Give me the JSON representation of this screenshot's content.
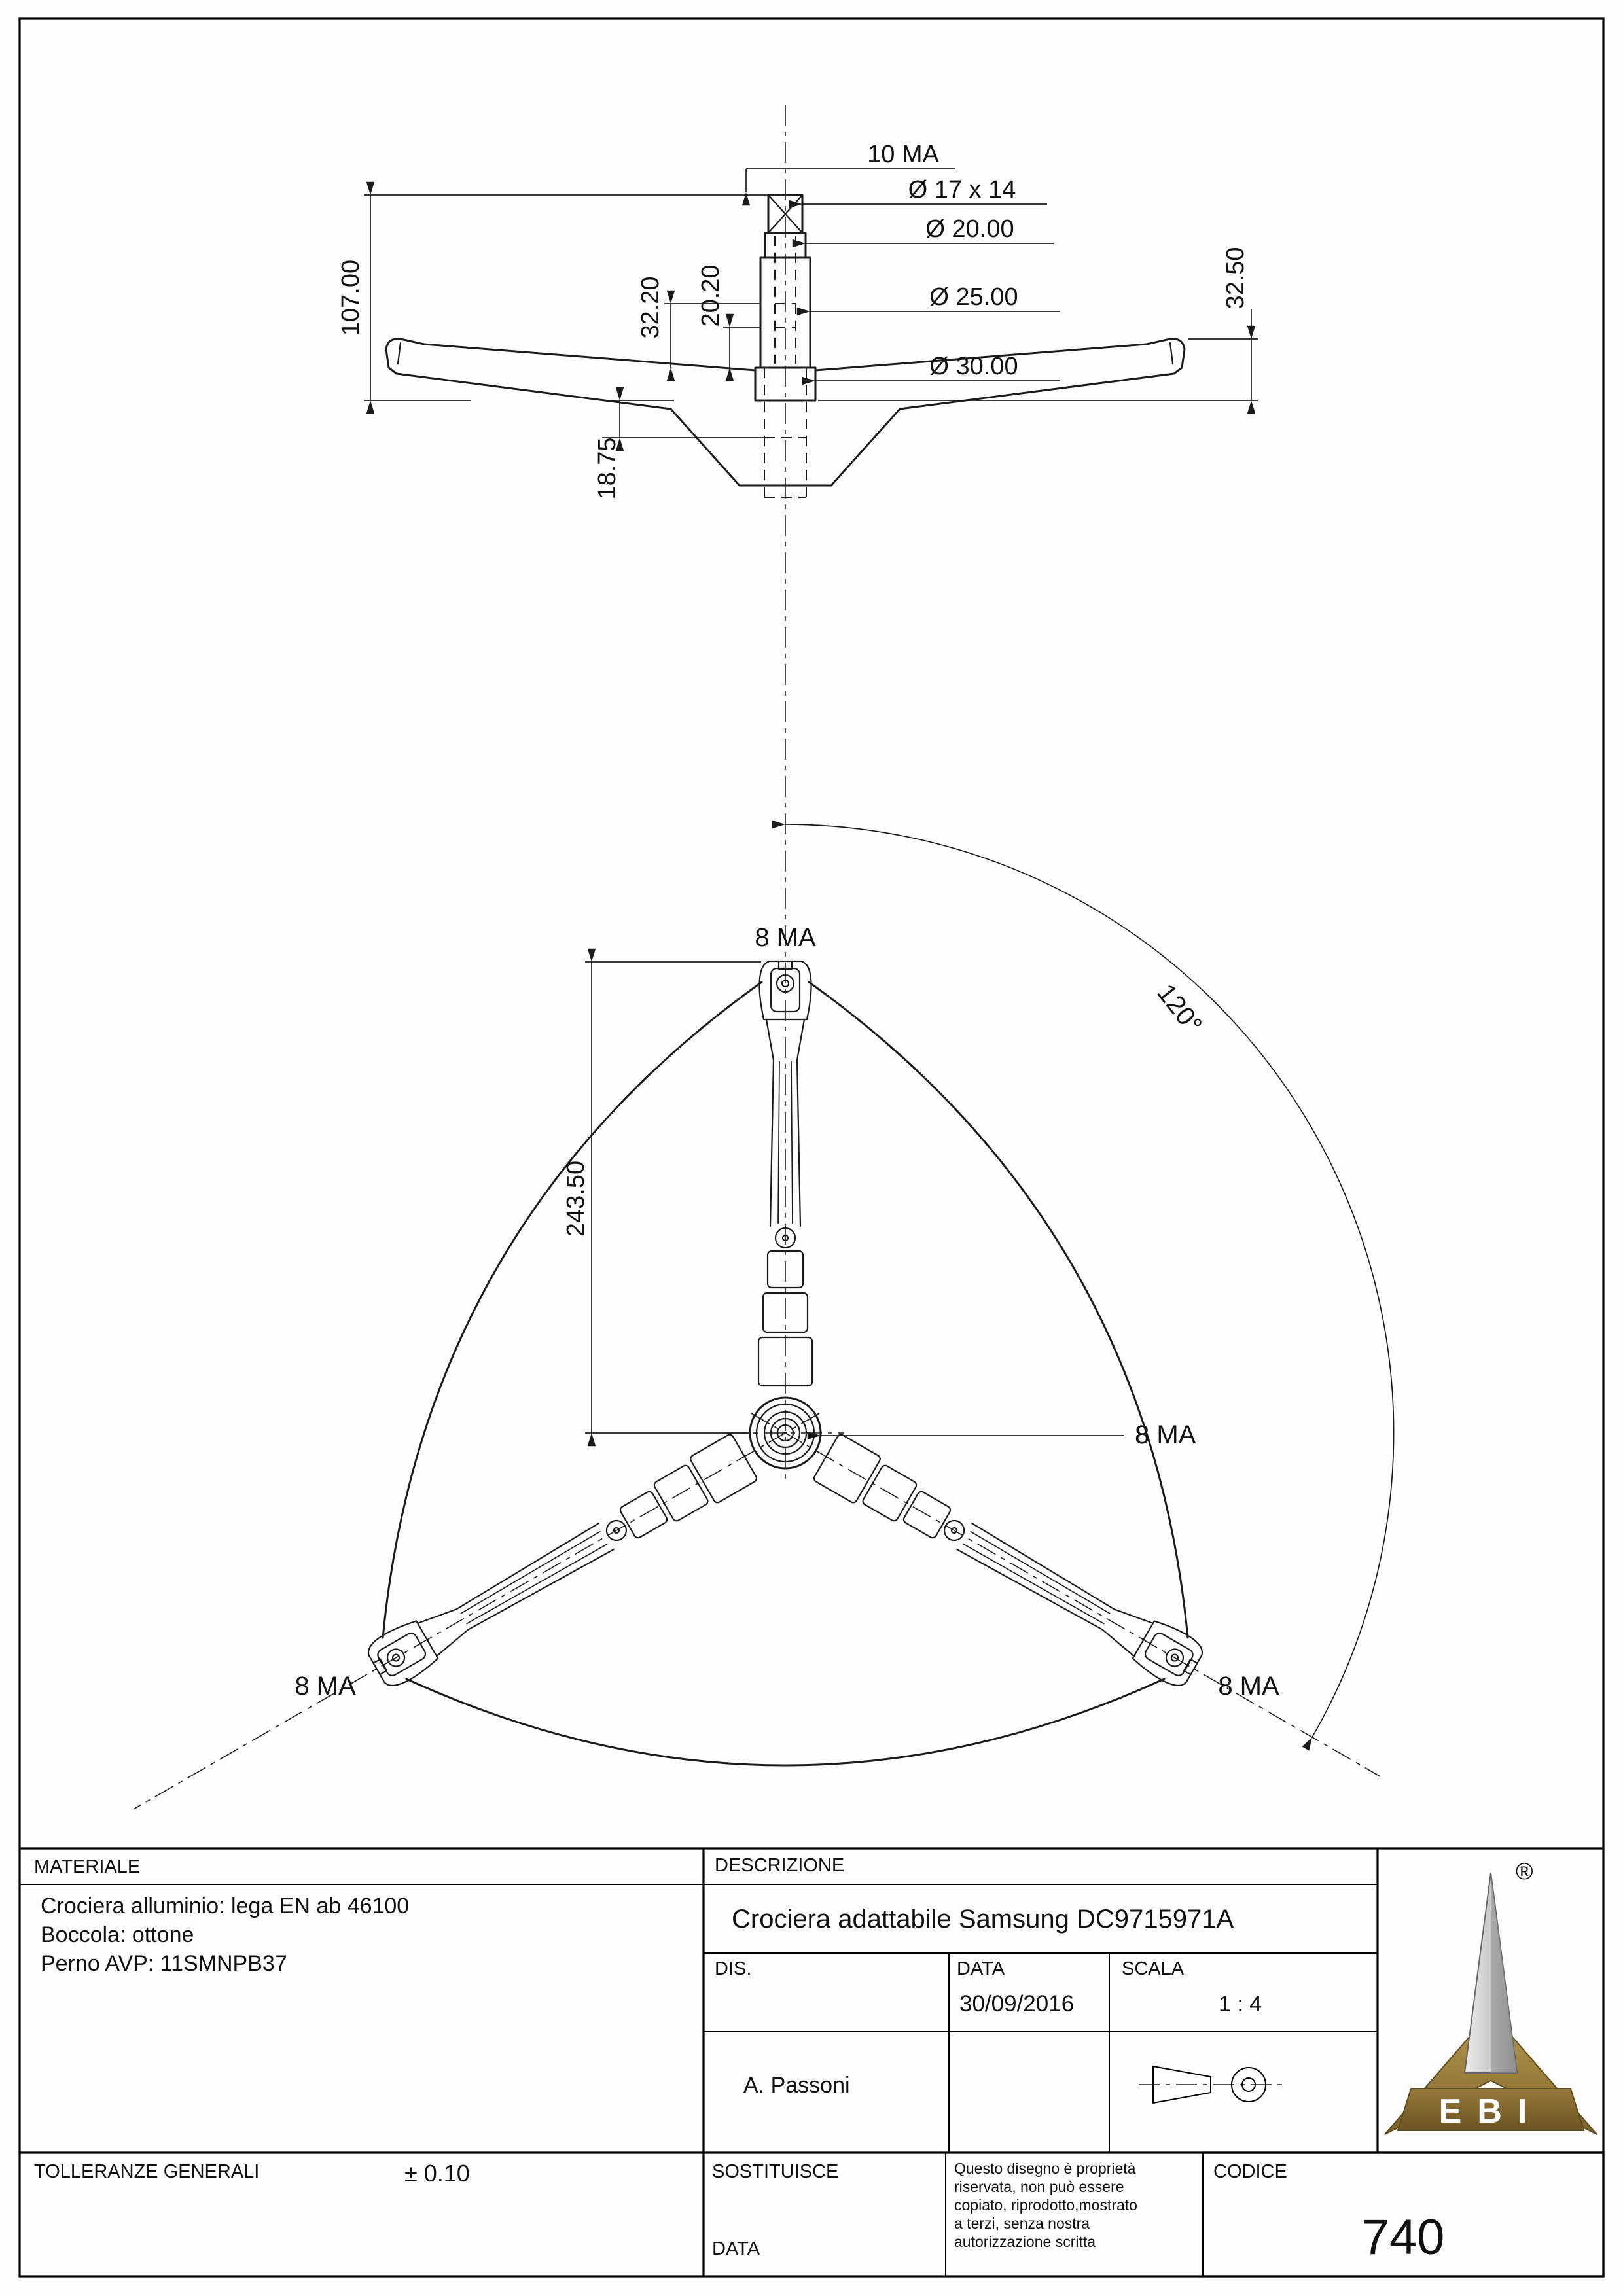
{
  "side_view": {
    "thread_label": "10 MA",
    "dia_17": "Ø 17 x 14",
    "dia_20": "Ø 20.00",
    "dia_25": "Ø 25.00",
    "dia_30": "Ø 30.00",
    "dim_107": "107.00",
    "dim_32_20": "32.20",
    "dim_20_20": "20.20",
    "dim_32_50": "32.50",
    "dim_18_75": "18.75"
  },
  "spider_view": {
    "dim_243_50": "243.50",
    "angle_120": "120°",
    "ma_top": "8 MA",
    "ma_center": "8 MA",
    "ma_left": "8 MA",
    "ma_right": "8 MA"
  },
  "title_block": {
    "materiale_label": "MATERIALE",
    "materiale_lines": [
      "Crociera alluminio: lega EN ab 46100",
      "Boccola: ottone",
      "Perno AVP: 11SMNPB37"
    ],
    "descrizione_label": "DESCRIZIONE",
    "descrizione_value": "Crociera adattabile Samsung DC9715971A",
    "dis_label": "DIS.",
    "dis_value": "A. Passoni",
    "data_label": "DATA",
    "data_value": "30/09/2016",
    "scala_label": "SCALA",
    "scala_value": "1 : 4",
    "tolleranze_label": "TOLLERANZE GENERALI",
    "tolleranze_value": "± 0.10",
    "sostituisce_label": "SOSTITUISCE",
    "data2_label": "DATA",
    "copyright_lines": [
      "Questo disegno è proprietà",
      "riservata, non può essere",
      "copiato, riprodotto,mostrato",
      "a terzi, senza nostra",
      "autorizzazione scritta"
    ],
    "codice_label": "CODICE",
    "codice_value": "740",
    "logo_text": "EBI",
    "registered_mark": "®"
  },
  "colors": {
    "line": "#1b1b1b",
    "logo_silver": "#b9b9b9",
    "logo_bronze": "#8a6d33"
  }
}
